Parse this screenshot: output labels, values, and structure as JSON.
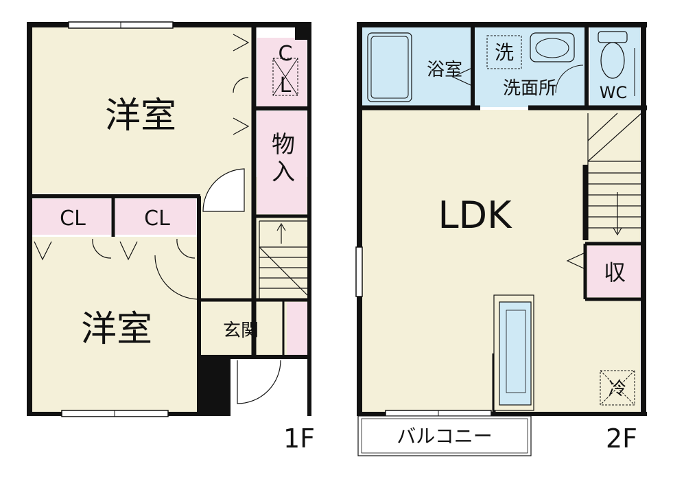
{
  "floor1": {
    "level": "1F",
    "rooms": {
      "western_upper": "洋室",
      "western_lower": "洋室",
      "closet_corner_line1": "C",
      "closet_corner_line2": "L",
      "storage": "物入",
      "closet_left": "CL",
      "closet_right": "CL",
      "entrance": "玄関"
    }
  },
  "floor2": {
    "level": "2F",
    "rooms": {
      "bathroom": "浴室",
      "washer": "洗",
      "washroom": "洗面所",
      "toilet": "WC",
      "ldk": "LDK",
      "storage": "収",
      "fridge": "冷",
      "balcony": "バルコニー"
    }
  },
  "colors": {
    "western_room": "#f4f0d9",
    "closet": "#f7dfe9",
    "wet_area": "#cfe9f5",
    "wall": "#111111"
  }
}
